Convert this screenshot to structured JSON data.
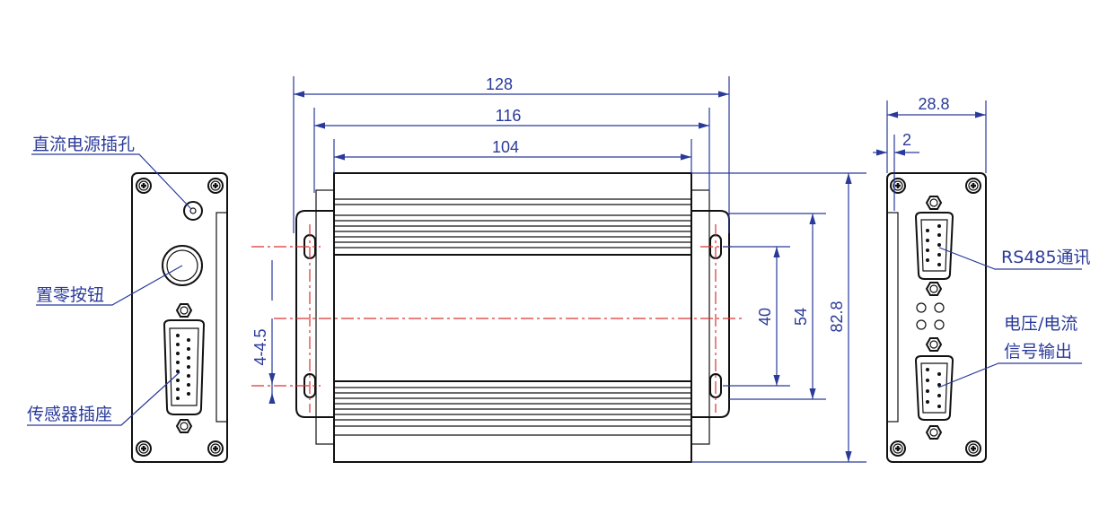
{
  "colors": {
    "dimension": "#2a3a9a",
    "centerline": "#dd3333",
    "outline": "#111111"
  },
  "labels": {
    "dc_jack": "直流电源插孔",
    "zero_button": "置零按钮",
    "sensor_socket": "传感器插座",
    "rs485": "RS485通讯",
    "output_line1": "电压/电流",
    "output_line2": "信号输出"
  },
  "dimensions": {
    "overall_length": "128",
    "flange_hole_spacing": "116",
    "body_length": "104",
    "hole_vertical_spacing": "40",
    "flange_height": "54",
    "body_height": "82.8",
    "slot_size": "4-4.5",
    "depth": "28.8",
    "plate_thickness": "2"
  }
}
